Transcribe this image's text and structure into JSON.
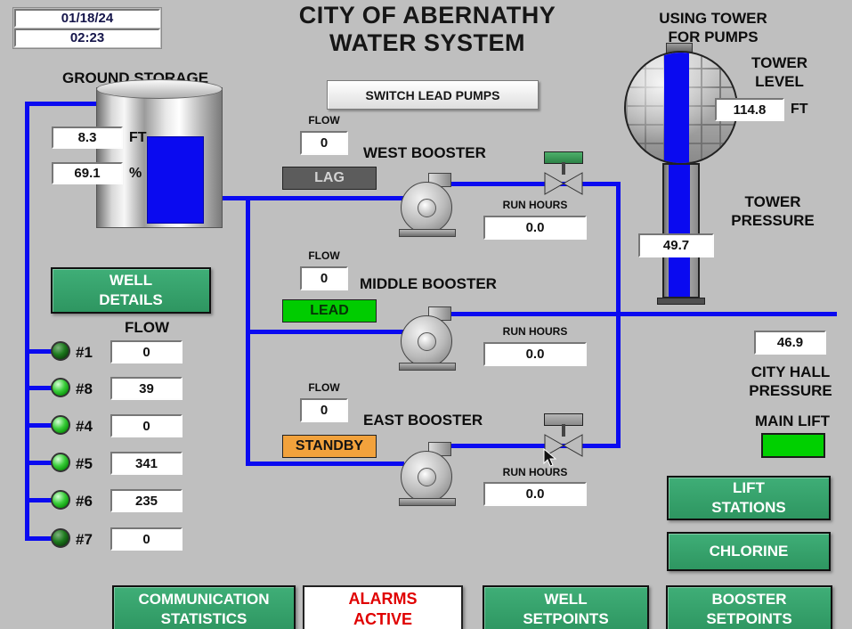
{
  "colors": {
    "background": "#bfbfbf",
    "pipe_blue": "#0a0af0",
    "button_green": "#33a06c",
    "lead_green": "#00cc00",
    "standby_orange": "#f2a23c",
    "lag_gray": "#5c5c5c",
    "alarm_red": "#e00000",
    "indicator_green": "#00d000"
  },
  "header": {
    "date": "01/18/24",
    "time": "02:23",
    "title_line1": "CITY OF ABERNATHY",
    "title_line2": "WATER SYSTEM",
    "using_tower_line1": "USING TOWER",
    "using_tower_line2": "FOR PUMPS"
  },
  "ground_storage": {
    "label": "GROUND STORAGE",
    "level_value": "8.3",
    "level_unit": "FT",
    "percent_value": "69.1",
    "percent_unit": "%"
  },
  "controls": {
    "switch_lead_pumps": "SWITCH LEAD PUMPS"
  },
  "boosters": [
    {
      "name": "WEST BOOSTER",
      "flow_label": "FLOW",
      "flow": "0",
      "status": "LAG",
      "status_class": "st-lag",
      "run_hours_label": "RUN HOURS",
      "run_hours": "0.0"
    },
    {
      "name": "MIDDLE BOOSTER",
      "flow_label": "FLOW",
      "flow": "0",
      "status": "LEAD",
      "status_class": "st-lead",
      "run_hours_label": "RUN HOURS",
      "run_hours": "0.0"
    },
    {
      "name": "EAST BOOSTER",
      "flow_label": "FLOW",
      "flow": "0",
      "status": "STANDBY",
      "status_class": "st-standby",
      "run_hours_label": "RUN HOURS",
      "run_hours": "0.0"
    }
  ],
  "wells": {
    "details_line1": "WELL",
    "details_line2": "DETAILS",
    "flow_header": "FLOW",
    "items": [
      {
        "id": "#1",
        "flow": "0",
        "led_class": "led-off"
      },
      {
        "id": "#8",
        "flow": "39",
        "led_class": "led-on"
      },
      {
        "id": "#4",
        "flow": "0",
        "led_class": "led-on"
      },
      {
        "id": "#5",
        "flow": "341",
        "led_class": "led-on"
      },
      {
        "id": "#6",
        "flow": "235",
        "led_class": "led-on"
      },
      {
        "id": "#7",
        "flow": "0",
        "led_class": "led-off"
      }
    ]
  },
  "tower": {
    "level_label_line1": "TOWER",
    "level_label_line2": "LEVEL",
    "level_value": "114.8",
    "level_unit": "FT",
    "pressure_label_line1": "TOWER",
    "pressure_label_line2": "PRESSURE",
    "pressure_value": "49.7"
  },
  "city_hall": {
    "pressure_value": "46.9",
    "label_line1": "CITY HALL",
    "label_line2": "PRESSURE"
  },
  "main_lift": {
    "label": "MAIN LIFT"
  },
  "nav_buttons": {
    "lift_stations_line1": "LIFT",
    "lift_stations_line2": "STATIONS",
    "chlorine": "CHLORINE",
    "comm_line1": "COMMUNICATION",
    "comm_line2": "STATISTICS",
    "alarms_line1": "ALARMS",
    "alarms_line2": "ACTIVE",
    "well_sp_line1": "WELL",
    "well_sp_line2": "SETPOINTS",
    "booster_sp_line1": "BOOSTER",
    "booster_sp_line2": "SETPOINTS"
  }
}
